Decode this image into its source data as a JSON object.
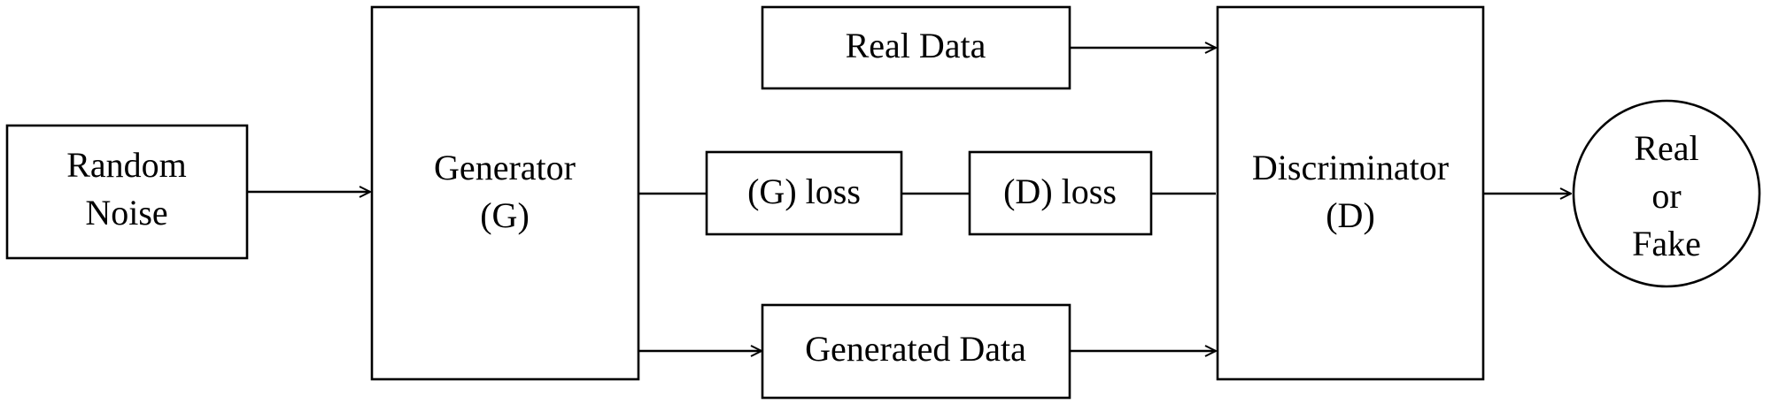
{
  "nodes": {
    "random_noise": {
      "lines": [
        "Random",
        "Noise"
      ]
    },
    "generator": {
      "lines": [
        "Generator",
        "(G)"
      ]
    },
    "real_data": {
      "lines": [
        "Real Data"
      ]
    },
    "g_loss": {
      "lines": [
        "(G) loss"
      ]
    },
    "d_loss": {
      "lines": [
        "(D) loss"
      ]
    },
    "generated_data": {
      "lines": [
        "Generated Data"
      ]
    },
    "discriminator": {
      "lines": [
        "Discriminator",
        "(D)"
      ]
    },
    "output": {
      "lines": [
        "Real",
        "or",
        "Fake"
      ]
    }
  },
  "edges": [
    {
      "from": "random_noise",
      "to": "generator",
      "arrow": true
    },
    {
      "from": "generator",
      "to": "g_loss",
      "arrow": false
    },
    {
      "from": "g_loss",
      "to": "d_loss",
      "arrow": false
    },
    {
      "from": "d_loss",
      "to": "discriminator",
      "arrow": false
    },
    {
      "from": "generator",
      "to": "generated_data",
      "arrow": true
    },
    {
      "from": "real_data",
      "to": "discriminator",
      "arrow": true
    },
    {
      "from": "generated_data",
      "to": "discriminator",
      "arrow": true
    },
    {
      "from": "discriminator",
      "to": "output",
      "arrow": true
    }
  ],
  "colors": {
    "stroke": "#000000",
    "background": "#ffffff"
  }
}
